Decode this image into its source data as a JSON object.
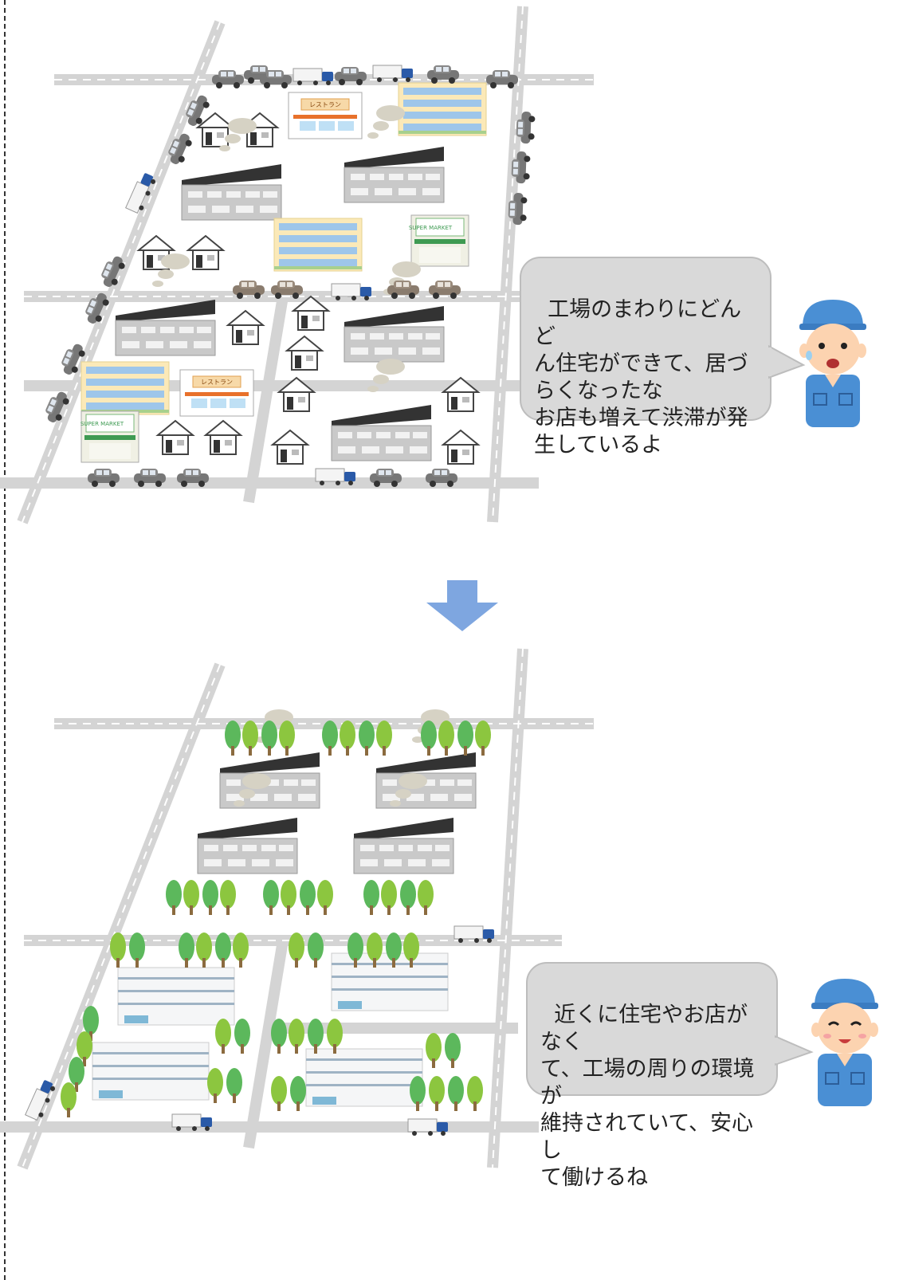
{
  "scene_before": {
    "shop_sign": "レストラン",
    "supermarket_sign": "SUPER MARKET",
    "bubble_text": "工場のまわりにどんど\nん住宅ができて、居づ\nらくなったな\nお店も増えて渋滞が発\n生しているよ",
    "worker_expression": "worried"
  },
  "scene_after": {
    "bubble_text": "近くに住宅やお店がなく\nて、工場の周りの環境が\n維持されていて、安心し\nて働けるね",
    "worker_expression": "happy"
  },
  "arrow": {
    "direction": "down",
    "color": "#7ea6e0"
  },
  "colors": {
    "road": "#d4d4d4",
    "bubble": "#d9d9d9",
    "tree": "#5cb85c",
    "worker": "#4a8fd4"
  }
}
